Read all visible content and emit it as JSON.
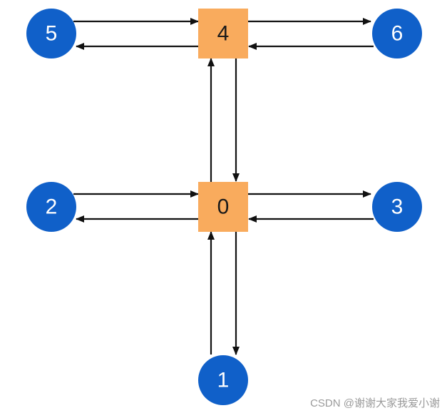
{
  "colors": {
    "hub_fill": "#f9ab5d",
    "leaf_fill": "#1060c9",
    "edge": "#111111",
    "watermark": "#9a9a9a"
  },
  "nodes": {
    "n0": {
      "label": "0",
      "shape": "square"
    },
    "n1": {
      "label": "1",
      "shape": "circle"
    },
    "n2": {
      "label": "2",
      "shape": "circle"
    },
    "n3": {
      "label": "3",
      "shape": "circle"
    },
    "n4": {
      "label": "4",
      "shape": "square"
    },
    "n5": {
      "label": "5",
      "shape": "circle"
    },
    "n6": {
      "label": "6",
      "shape": "circle"
    }
  },
  "edges": [
    {
      "from": "5",
      "to": "4"
    },
    {
      "from": "4",
      "to": "5"
    },
    {
      "from": "4",
      "to": "6"
    },
    {
      "from": "6",
      "to": "4"
    },
    {
      "from": "0",
      "to": "4"
    },
    {
      "from": "4",
      "to": "0"
    },
    {
      "from": "2",
      "to": "0"
    },
    {
      "from": "0",
      "to": "2"
    },
    {
      "from": "0",
      "to": "3"
    },
    {
      "from": "3",
      "to": "0"
    },
    {
      "from": "1",
      "to": "0"
    },
    {
      "from": "0",
      "to": "1"
    }
  ],
  "watermark": "CSDN @谢谢大家我爱小谢"
}
